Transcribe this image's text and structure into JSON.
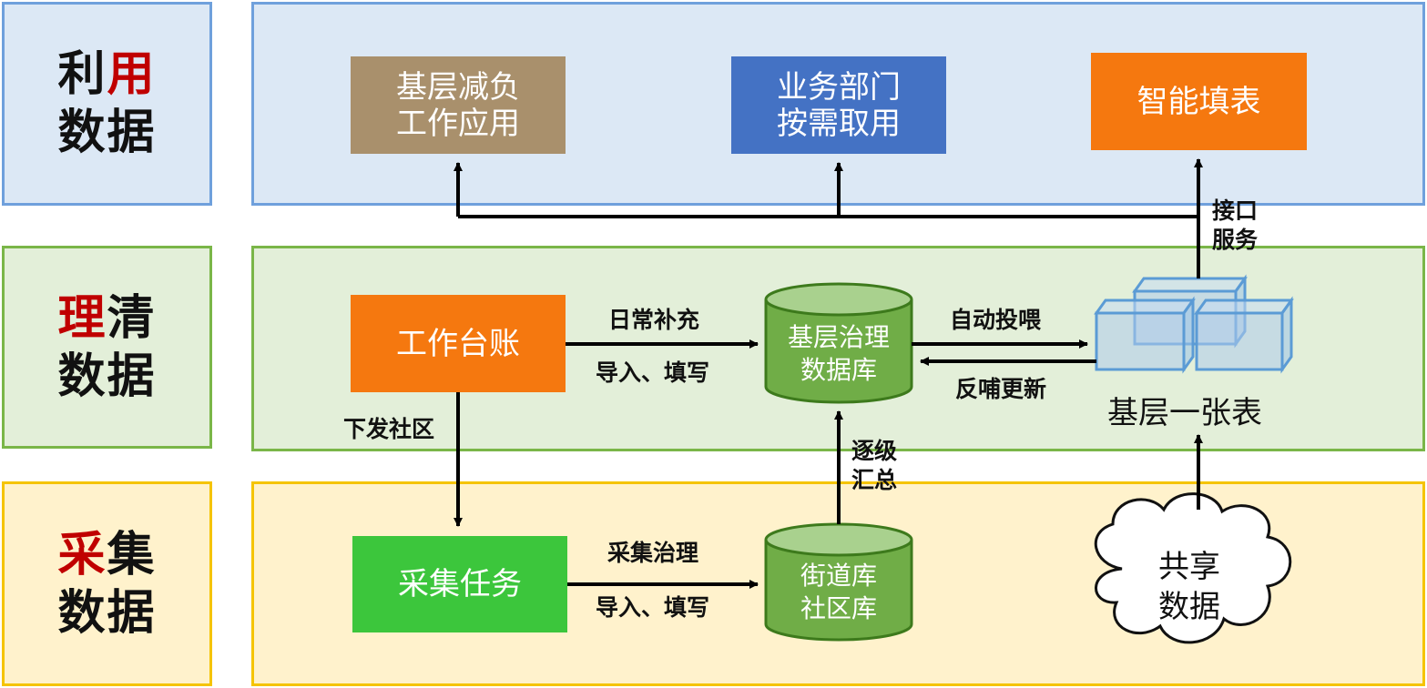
{
  "layers": {
    "use": {
      "word1": "利",
      "word2": "用",
      "line2": "数据"
    },
    "clean": {
      "word1": "理",
      "word2": "清",
      "line2": "数据"
    },
    "collect": {
      "word1": "采",
      "word2": "集",
      "line2": "数据"
    }
  },
  "apps": {
    "reduce": {
      "line1": "基层减负",
      "line2": "工作应用"
    },
    "dept": {
      "line1": "业务部门",
      "line2": "按需取用"
    },
    "fill": {
      "line1": "智能填表"
    }
  },
  "nodes": {
    "ledger": "工作台账",
    "task": "采集任务",
    "gov_db": {
      "line1": "基层治理",
      "line2": "数据库"
    },
    "street_db": {
      "line1": "街道库",
      "line2": "社区库"
    },
    "one_table": "基层一张表",
    "shared": {
      "line1": "共享",
      "line2": "数据"
    }
  },
  "edges": {
    "daily": "日常补充",
    "import1": "导入、填写",
    "auto_feed": "自动投喂",
    "feedback": "反哺更新",
    "dispatch": "下发社区",
    "collect_gov": "采集治理",
    "import2": "导入、填写",
    "summary": {
      "line1": "逐级",
      "line2": "汇总"
    },
    "api": {
      "line1": "接口",
      "line2": "服务"
    }
  },
  "colors": {
    "use_bg": "#dce8f5",
    "use_border": "#6fa0dc",
    "clean_bg": "#e3efd9",
    "clean_border": "#7ab648",
    "collect_bg": "#fff2cc",
    "collect_border": "#f5c400",
    "tan": "#a9906c",
    "blue": "#4472c4",
    "orange": "#f5780f",
    "green": "#3cc63c",
    "db_green": "#70ad47"
  }
}
